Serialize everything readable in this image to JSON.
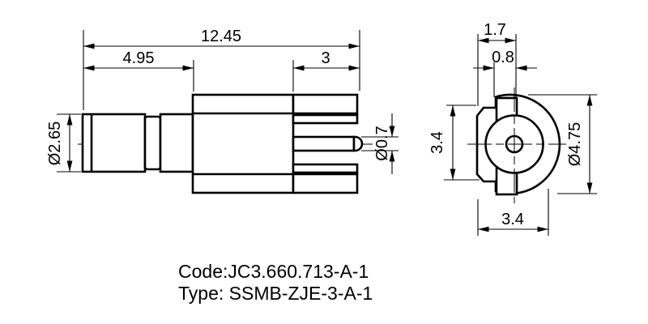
{
  "drawing": {
    "title_note": "",
    "side_view": {
      "overall_length": "12.45",
      "front_length": "4.95",
      "leg_length": "3",
      "barrel_dia": "Ø2.65",
      "pin_dia": "Ø0.7"
    },
    "end_view": {
      "tab_pitch": "1.7",
      "tab_width": "0.8",
      "clip_height": "3.4",
      "body_dia": "Ø4.75",
      "clip_width": "3.4"
    },
    "caption": {
      "code": "Code:JC3.660.713-A-1",
      "type": "Type: SSMB-ZJE-3-A-1"
    },
    "colors": {
      "line": "#000000",
      "background": "#ffffff"
    }
  }
}
